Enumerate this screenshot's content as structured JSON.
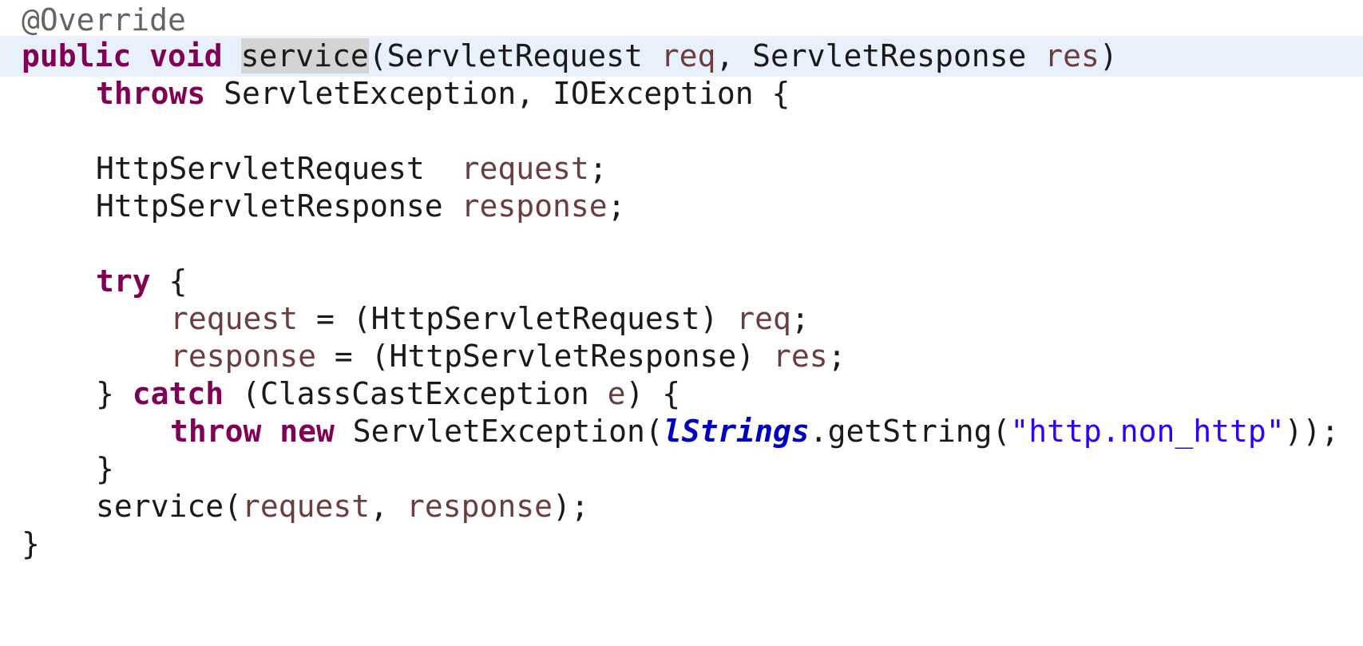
{
  "editor": {
    "lines": [
      {
        "tokens": [
          "@Override"
        ]
      },
      {
        "tokens": [
          "public void",
          " ",
          "service",
          "(ServletRequest ",
          "req",
          ", ServletResponse ",
          "res",
          ")"
        ]
      },
      {
        "tokens": [
          "throws",
          " ServletException, IOException {"
        ]
      },
      {
        "tokens": []
      },
      {
        "tokens": [
          "HttpServletRequest  ",
          "request",
          ";"
        ]
      },
      {
        "tokens": [
          "HttpServletResponse ",
          "response",
          ";"
        ]
      },
      {
        "tokens": []
      },
      {
        "tokens": [
          "try",
          " {"
        ]
      },
      {
        "tokens": [
          "request",
          " = (HttpServletRequest) ",
          "req",
          ";"
        ]
      },
      {
        "tokens": [
          "response",
          " = (HttpServletResponse) ",
          "res",
          ";"
        ]
      },
      {
        "tokens": [
          "} ",
          "catch",
          " (ClassCastException ",
          "e",
          ") {"
        ]
      },
      {
        "tokens": [
          "throw new",
          " ServletException(",
          "lStrings",
          ".getString(",
          "\"http.non_http\"",
          "));"
        ]
      },
      {
        "tokens": [
          "}"
        ]
      },
      {
        "tokens": [
          "service(",
          "request",
          ", ",
          "response",
          ");"
        ]
      },
      {
        "tokens": [
          "}"
        ]
      }
    ],
    "current_line": 2,
    "highlighted_occurrence": "service"
  },
  "colors": {
    "keyword": "#7f0055",
    "annotation": "#646464",
    "local_variable": "#6a3e3e",
    "string": "#2a00ff",
    "static_field": "#0000c0",
    "current_line_bg": "#e8f0fb",
    "occurrence_bg": "#d4d4d4"
  }
}
